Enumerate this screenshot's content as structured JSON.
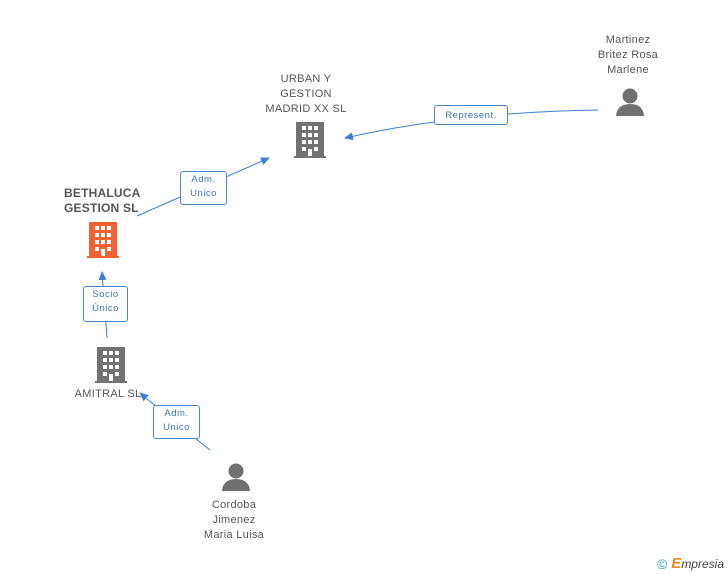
{
  "colors": {
    "edge": "#3b7fd3",
    "building_focus": "#f26231",
    "building": "#727272",
    "person": "#707070"
  },
  "nodes": {
    "urban": {
      "label_lines": [
        "URBAN Y",
        "GESTION",
        "MADRID XX SL"
      ],
      "icon": "building-icon"
    },
    "bethaluca": {
      "label_lines": [
        "BETHALUCA",
        "GESTION SL"
      ],
      "icon": "building-icon"
    },
    "amitral": {
      "label_lines": [
        "AMITRAL SL"
      ],
      "icon": "building-icon"
    },
    "martinez": {
      "label_lines": [
        "Martinez",
        "Britez Rosa",
        "Marlene"
      ],
      "icon": "person-icon"
    },
    "cordoba": {
      "label_lines": [
        "Cordoba",
        "Jimenez",
        "Maria Luisa"
      ],
      "icon": "person-icon"
    }
  },
  "edges": {
    "martinez_urban": {
      "label_lines": [
        "Represent."
      ]
    },
    "bethaluca_urban": {
      "label_lines": [
        "Adm.",
        "Unico"
      ]
    },
    "amitral_bethaluca": {
      "label_lines": [
        "Socio",
        "Único"
      ]
    },
    "cordoba_amitral": {
      "label_lines": [
        "Adm.",
        "Unico"
      ]
    }
  },
  "footer": {
    "copyright_symbol": "©",
    "brand_initial": "E",
    "brand_rest": "mpresia"
  }
}
